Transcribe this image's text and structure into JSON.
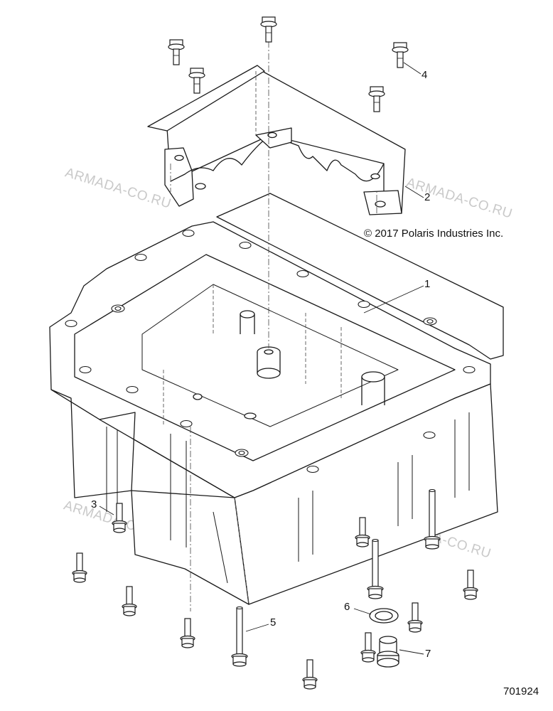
{
  "callouts": [
    "1",
    "2",
    "3",
    "4",
    "5",
    "6",
    "7"
  ],
  "copyright": "© 2017 Polaris Industries Inc.",
  "figure_number": "701924",
  "watermark": "ARMADA-CO.RU",
  "colors": {
    "line": "#1a1a1a",
    "hidden_line": "#555555",
    "watermark": "#c9c9c9"
  }
}
